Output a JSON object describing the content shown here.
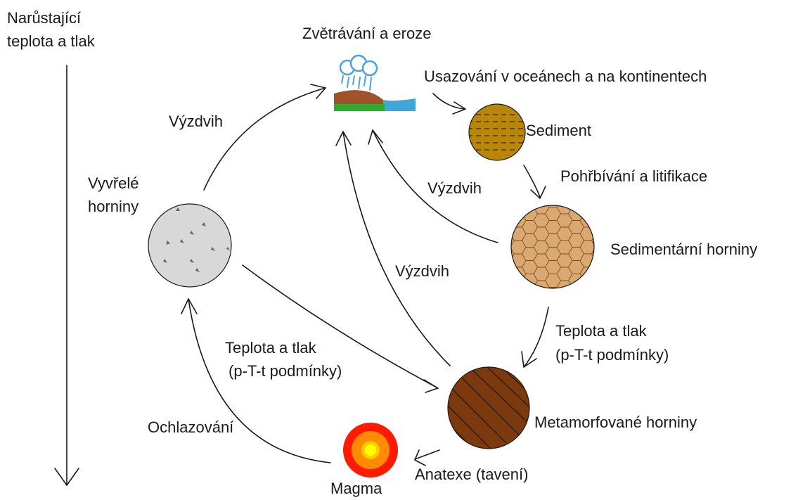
{
  "axis": {
    "line1": "Narůstající",
    "line2": "teplota a tlak"
  },
  "nodes": {
    "weathering": "Zvětrávání a eroze",
    "sediment": "Sediment",
    "sedimentary": "Sedimentární horniny",
    "metamorphic": "Metamorfované horniny",
    "magma": "Magma",
    "igneous_line1": "Vyvřelé",
    "igneous_line2": "horniny"
  },
  "processes": {
    "deposition": "Usazování v oceánech a na kontinentech",
    "burial": "Pohřbívání a litifikace",
    "uplift_igneous": "Výzdvih",
    "uplift_sedimentary": "Výzdvih",
    "uplift_metamorphic": "Výzdvih",
    "metamorphism_right_line1": "Teplota a tlak",
    "metamorphism_right_line2": "(p-T-t podmínky)",
    "metamorphism_left_line1": "Teplota a tlak",
    "metamorphism_left_line2": "(p-T-t podmínky)",
    "anatexis": "Anatexe (tavení)",
    "cooling": "Ochlazování"
  },
  "colors": {
    "sediment_fill": "#b8860b",
    "sedimentary_fill": "#dba872",
    "metamorphic_fill": "#7a3a0e",
    "igneous_fill": "#d8d8d8",
    "magma_outer": "#ff1a00",
    "magma_mid": "#ff8c00",
    "magma_inner": "#ffff00",
    "rain_cloud": "#4aa3df",
    "sea": "#3fa7d6",
    "grass": "#2eaa2e",
    "cliff": "#a0522d"
  }
}
